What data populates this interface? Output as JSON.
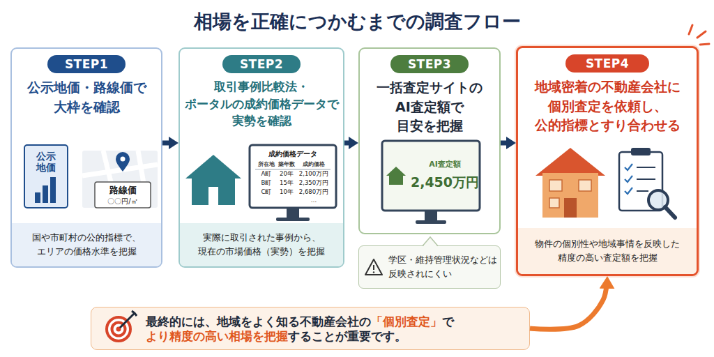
{
  "diagram": {
    "title": "相場を正確につかむまでの調査フロー",
    "nodes": [
      {
        "text": [
          "公示地価・路線価で 大枠を確認"
        ]
      },
      {
        "text": [
          "STEP1"
        ],
        "in": 0
      },
      {
        "text": [
          "国や市町村の公的指標で、 エリアの価格水準を把握"
        ],
        "in": 0
      },
      {
        "text": [
          "取引事例比較法・ ポータルの成約価格データで 実勢を確認"
        ]
      },
      {
        "text": [
          "STEP2"
        ],
        "in": 3
      },
      {
        "text": [
          "実際に取引された事例から、 現在の市場価格（実勢）を把握"
        ],
        "in": 3
      },
      {
        "text": [
          "一括査定サイトの AI査定額で 目安を把握"
        ]
      },
      {
        "text": [
          "STEP3"
        ],
        "in": 6
      },
      {
        "text": [
          "学区・維持管理状況などは 反映されにくい"
        ]
      },
      {
        "text": [
          "地域密着の不動産会社に 個別査定を依頼し、 公的指標とすり合わせる"
        ]
      },
      {
        "text": [
          "STEP4"
        ],
        "in": 9
      },
      {
        "text": [
          "物件の個別性や地域事情を反映した 精度の高い査定額を把握"
        ],
        "in": 9
      },
      {
        "text": [
          "最終的には、地域をよく知る不動産会社の",
          "「個別査定」",
          "で",
          "より精度の高い相場を把握",
          "することが重要です。"
        ]
      }
    ],
    "edges": [
      {
        "from": 0,
        "to": 3,
        "arrow": "to"
      },
      {
        "from": 3,
        "to": 6,
        "arrow": "to"
      },
      {
        "from": 6,
        "to": 9,
        "arrow": "to"
      },
      {
        "from": 12,
        "to": 9,
        "arrow": "to"
      }
    ],
    "labels": [
      "公示 地価",
      "路線価",
      "〇〇円/㎡",
      "成約価格データ",
      "所在地",
      "築年数",
      "成約価格",
      "A町",
      "20年",
      "2,100万円",
      "B町",
      "15年",
      "2,350万円",
      "C町",
      "10年",
      "2,680万円",
      "…",
      "AI査定額",
      "2,450万円"
    ]
  }
}
